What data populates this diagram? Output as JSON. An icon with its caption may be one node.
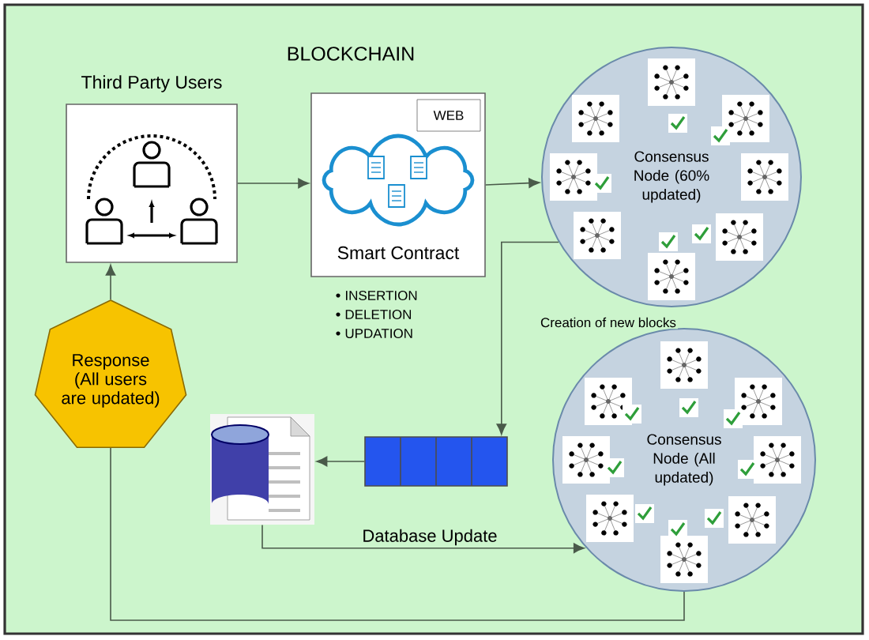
{
  "diagram": {
    "title": "BLOCKCHAIN",
    "nodes": [
      {
        "text": [
          "Third Party Users"
        ]
      },
      {
        "text": [
          "WEB",
          "Smart Contract"
        ]
      },
      {
        "text": [
          "Consensus Node (60% updated)"
        ]
      },
      {
        "text": [
          "Consensus Node (All updated)"
        ]
      },
      {
        "text": [],
        "shape": "box"
      },
      {
        "text": [],
        "shape": "cylinder"
      },
      {
        "text": [
          "Response (All users are updated)"
        ]
      }
    ],
    "edges": [
      {
        "from": 0,
        "to": 1,
        "arrow": "to"
      },
      {
        "from": 1,
        "to": 2,
        "arrow": "to"
      },
      {
        "from": 2,
        "to": 4,
        "arrow": "to",
        "label": "Creation of new blocks"
      },
      {
        "from": 4,
        "to": 5,
        "arrow": "to"
      },
      {
        "from": 5,
        "to": 3,
        "arrow": "to",
        "label": "Database Update"
      },
      {
        "from": 3,
        "to": 6,
        "arrow": "none"
      },
      {
        "from": 6,
        "to": 0,
        "arrow": "to"
      }
    ],
    "labels": [
      "INSERTION",
      "DELETION",
      "UPDATION"
    ]
  }
}
